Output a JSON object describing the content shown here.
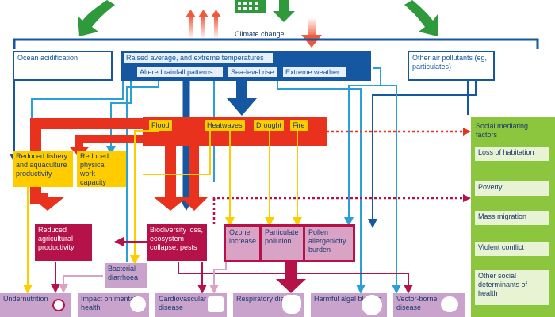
{
  "header": {
    "climate_change": "Climate change"
  },
  "top_boxes": {
    "ocean": "Ocean acidification",
    "temps": "Raised average, and extreme temperatures",
    "rain": "Altered rainfall patterns",
    "sea": "Sea-level rise",
    "weather": "Extreme weather",
    "pollutants": "Other air pollutants (eg, particulates)"
  },
  "hazards": {
    "flood": "Flood",
    "heat": "Heatwaves",
    "drought": "Drought",
    "fire": "Fire"
  },
  "mid_boxes": {
    "fishery": "Reduced fishery and aquaculture productivity",
    "work": "Reduced physical work capacity",
    "agri": "Reduced agricultural productivity",
    "bio": "Biodiversity loss, ecosystem collapse, pests",
    "ozone": "Ozone increase",
    "particulate": "Particulate pollution",
    "pollen": "Pollen allergenicity burden",
    "bacterial": "Bacterial diarrhoea"
  },
  "social": {
    "title": "Social mediating factors",
    "items": [
      "Loss of habitation",
      "Poverty",
      "Mass migration",
      "Violent conflict",
      "Other social determinants of health"
    ]
  },
  "outcomes": [
    "Undernutrition",
    "Impact on mental health",
    "Cardiovascular disease",
    "Respiratory disease",
    "Harmful algal blooms",
    "Vector-borne disease"
  ],
  "colors": {
    "blue": "#1557a0",
    "lightblue": "#2aa0d6",
    "red": "#e8321e",
    "yellow": "#ffcc00",
    "magenta": "#b5124a",
    "pink": "#d9a3c6",
    "green": "#8cc63f",
    "darkgreen": "#2e9a3c"
  }
}
